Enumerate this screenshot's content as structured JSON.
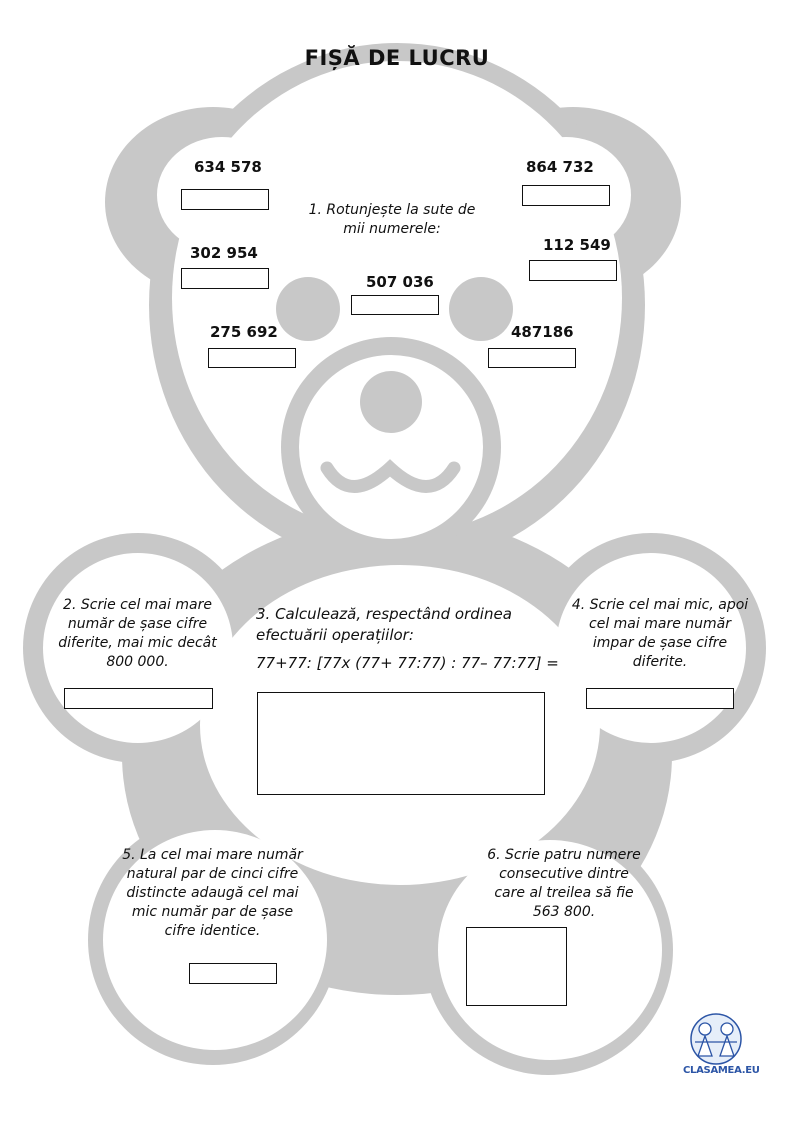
{
  "title": "FIȘĂ DE LUCRU",
  "exercise1": {
    "instruction": "1. Rotunjește la sute de mii numerele:",
    "numbers": [
      "634 578",
      "864 732",
      "302 954",
      "112 549",
      "507 036",
      "275 692",
      "487186"
    ]
  },
  "exercise2": {
    "text": "2. Scrie cel mai mare număr de șase cifre diferite, mai mic decât 800 000."
  },
  "exercise3": {
    "instruction": "3. Calculează, respectând ordinea efectuării operațiilor:",
    "expression": "77+77: [77x (77+ 77:77) : 77– 77:77] ="
  },
  "exercise4": {
    "text": "4. Scrie cel mai mic, apoi cel mai mare număr impar de șase cifre diferite."
  },
  "exercise5": {
    "text": "5. La cel mai mare număr natural par de cinci cifre distincte adaugă cel mai mic număr par de șase cifre identice."
  },
  "exercise6": {
    "text": "6. Scrie patru numere consecutive dintre care al treilea să fie 563 800."
  },
  "logo": {
    "text": "CLASAMEA.EU"
  },
  "colors": {
    "bear": "#c8c8c8",
    "inner": "#ffffff",
    "text": "#111111",
    "logo": "#2c55a6"
  }
}
